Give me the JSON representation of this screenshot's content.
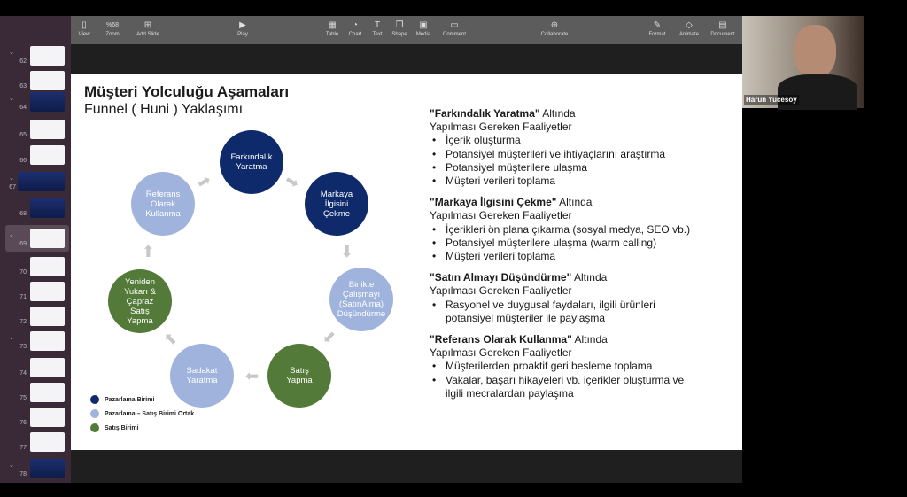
{
  "toolbar": {
    "items": [
      {
        "label": "View",
        "icon": "sidebar-icon"
      },
      {
        "label": "Zoom",
        "icon": "zoom"
      },
      {
        "label": "Add Slide",
        "icon": "plus-icon"
      },
      {
        "label": "Play",
        "icon": "play-icon"
      },
      {
        "label": "Table",
        "icon": "table-icon"
      },
      {
        "label": "Chart",
        "icon": "chart-icon"
      },
      {
        "label": "Text",
        "icon": "text-icon"
      },
      {
        "label": "Shape",
        "icon": "shape-icon"
      },
      {
        "label": "Media",
        "icon": "media-icon"
      },
      {
        "label": "Comment",
        "icon": "comment-icon"
      },
      {
        "label": "Collaborate",
        "icon": "collaborate-icon"
      },
      {
        "label": "Format",
        "icon": "format-icon"
      },
      {
        "label": "Animate",
        "icon": "animate-icon"
      },
      {
        "label": "Document",
        "icon": "document-icon"
      }
    ],
    "zoom_value": "%68"
  },
  "sidebar": {
    "slides": [
      "62",
      "63",
      "64",
      "65",
      "66",
      "67",
      "68",
      "69",
      "70",
      "71",
      "72",
      "73",
      "74",
      "75",
      "76",
      "77",
      "78"
    ],
    "selected": "69"
  },
  "slide": {
    "title": "Müşteri Yolculuğu Aşamaları",
    "subtitle": "Funnel ( Huni ) Yaklaşımı",
    "stages": [
      {
        "label": "Farkındalık\nYaratma",
        "group": "dk"
      },
      {
        "label": "Markaya\nİlgisini\nÇekme",
        "group": "dk"
      },
      {
        "label": "Birlikte\nÇalışmayı\n(SatınAlma)\nDüşündürme",
        "group": "lt"
      },
      {
        "label": "Satış\nYapma",
        "group": "gr"
      },
      {
        "label": "Sadakat\nYaratma",
        "group": "lt"
      },
      {
        "label": "Yeniden\nYukarı &\nÇapraz\nSatış\nYapma",
        "group": "gr"
      },
      {
        "label": "Referans\nOlarak\nKullanma",
        "group": "lt"
      }
    ],
    "legend": [
      {
        "label": "Pazarlama Birimi",
        "color": "#0f2a6b"
      },
      {
        "label": "Pazarlama – Satış Birimi Ortak",
        "color": "#9fb3dc"
      },
      {
        "label": "Satış Birimi",
        "color": "#547a3a"
      }
    ],
    "sections": [
      {
        "title": "\"Farkındalık Yaratma\"",
        "suffix": " Altında",
        "sub": "Yapılması Gereken Faaliyetler",
        "bullets": [
          "İçerik oluşturma",
          "Potansiyel müşterileri ve ihtiyaçlarını araştırma",
          "Potansiyel müşterilere ulaşma",
          "Müşteri verileri toplama"
        ]
      },
      {
        "title": "\"Markaya İlgisini Çekme\"",
        "suffix": " Altında",
        "sub": "Yapılması Gereken Faaliyetler",
        "bullets": [
          "İçerikleri ön plana çıkarma (sosyal medya, SEO vb.)",
          "Potansiyel müşterilere ulaşma (warm calling)",
          "Müşteri verileri toplama"
        ]
      },
      {
        "title": "\"Satın Almayı Düşündürme\"",
        "suffix": " Altında",
        "sub": "Yapılması Gereken Faaliyetler",
        "bullets": [
          "Rasyonel ve duygusal faydaları, ilgili ürünleri potansiyel müşteriler ile paylaşma"
        ]
      },
      {
        "title": "\"Referans Olarak Kullanma\"",
        "suffix": " Altında",
        "sub": "Yapılması Gereken Faaliyetler",
        "bullets": [
          "Müşterilerden proaktif geri besleme toplama",
          "Vakalar, başarı hikayeleri vb. içerikler oluşturma ve ilgili mecralardan paylaşma"
        ]
      }
    ]
  },
  "video": {
    "participant_name": "Harun Yucesoy"
  }
}
